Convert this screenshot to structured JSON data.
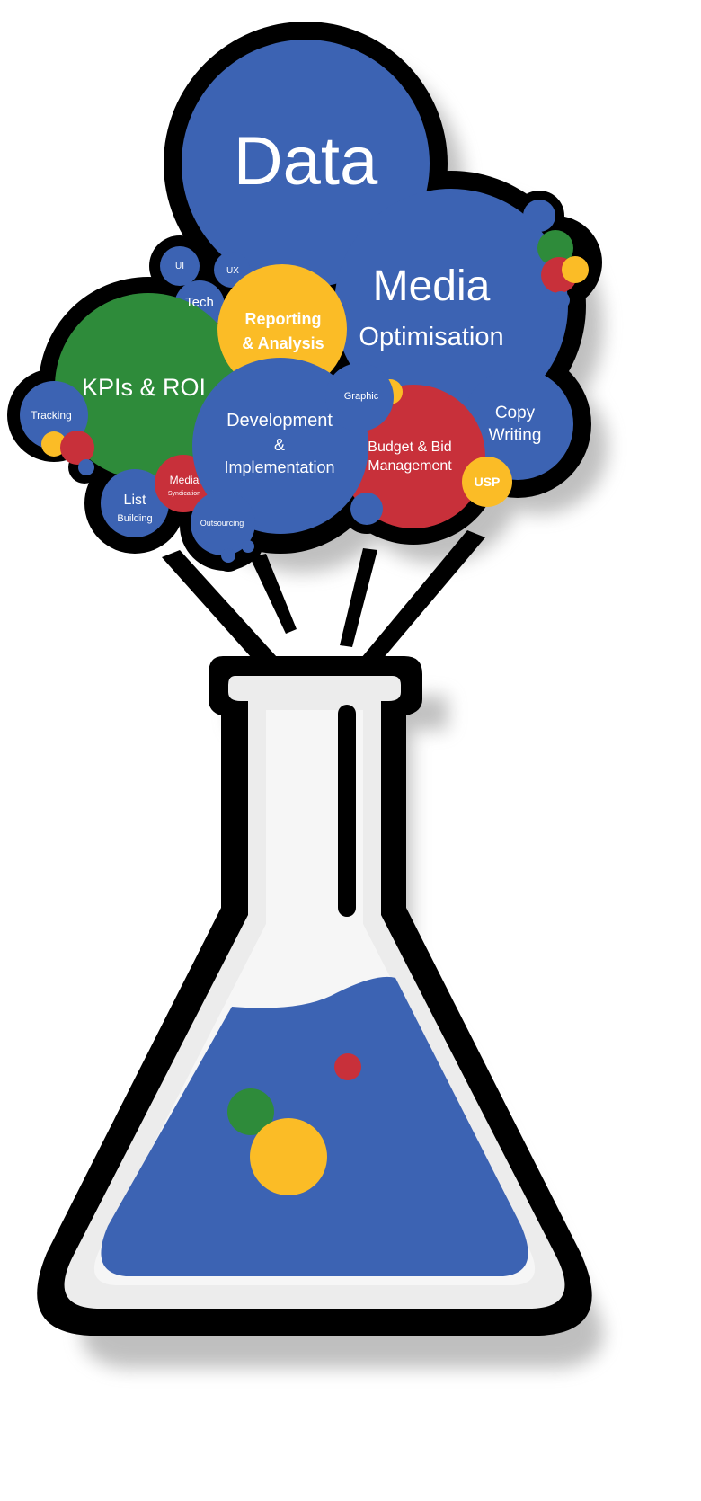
{
  "colors": {
    "blue": "#3c63b3",
    "green": "#2e8b3a",
    "red": "#c8303a",
    "yellow": "#fbbc26",
    "outline": "#000000",
    "glass": "#ececec"
  },
  "bubbles": {
    "data": "Data",
    "media": "Media",
    "optimisation": "Optimisation",
    "reporting_1": "Reporting",
    "reporting_2": "& Analysis",
    "kpis": "KPIs & ROI",
    "development_1": "Development",
    "development_2": "&",
    "development_3": "Implementation",
    "budget_1": "Budget & Bid",
    "budget_2": "Management",
    "copy_1": "Copy",
    "copy_2": "Writing",
    "usp": "USP",
    "graphic": "Graphic",
    "tracking": "Tracking",
    "tech": "Tech",
    "ui": "UI",
    "ux": "UX",
    "list_1": "List",
    "list_2": "Building",
    "media_synd_1": "Media",
    "media_synd_2": "Syndication",
    "outsourcing": "Outsourcing"
  },
  "icons": {
    "flask": "flask-icon",
    "bubble_cluster": "bubble-cloud-icon"
  }
}
